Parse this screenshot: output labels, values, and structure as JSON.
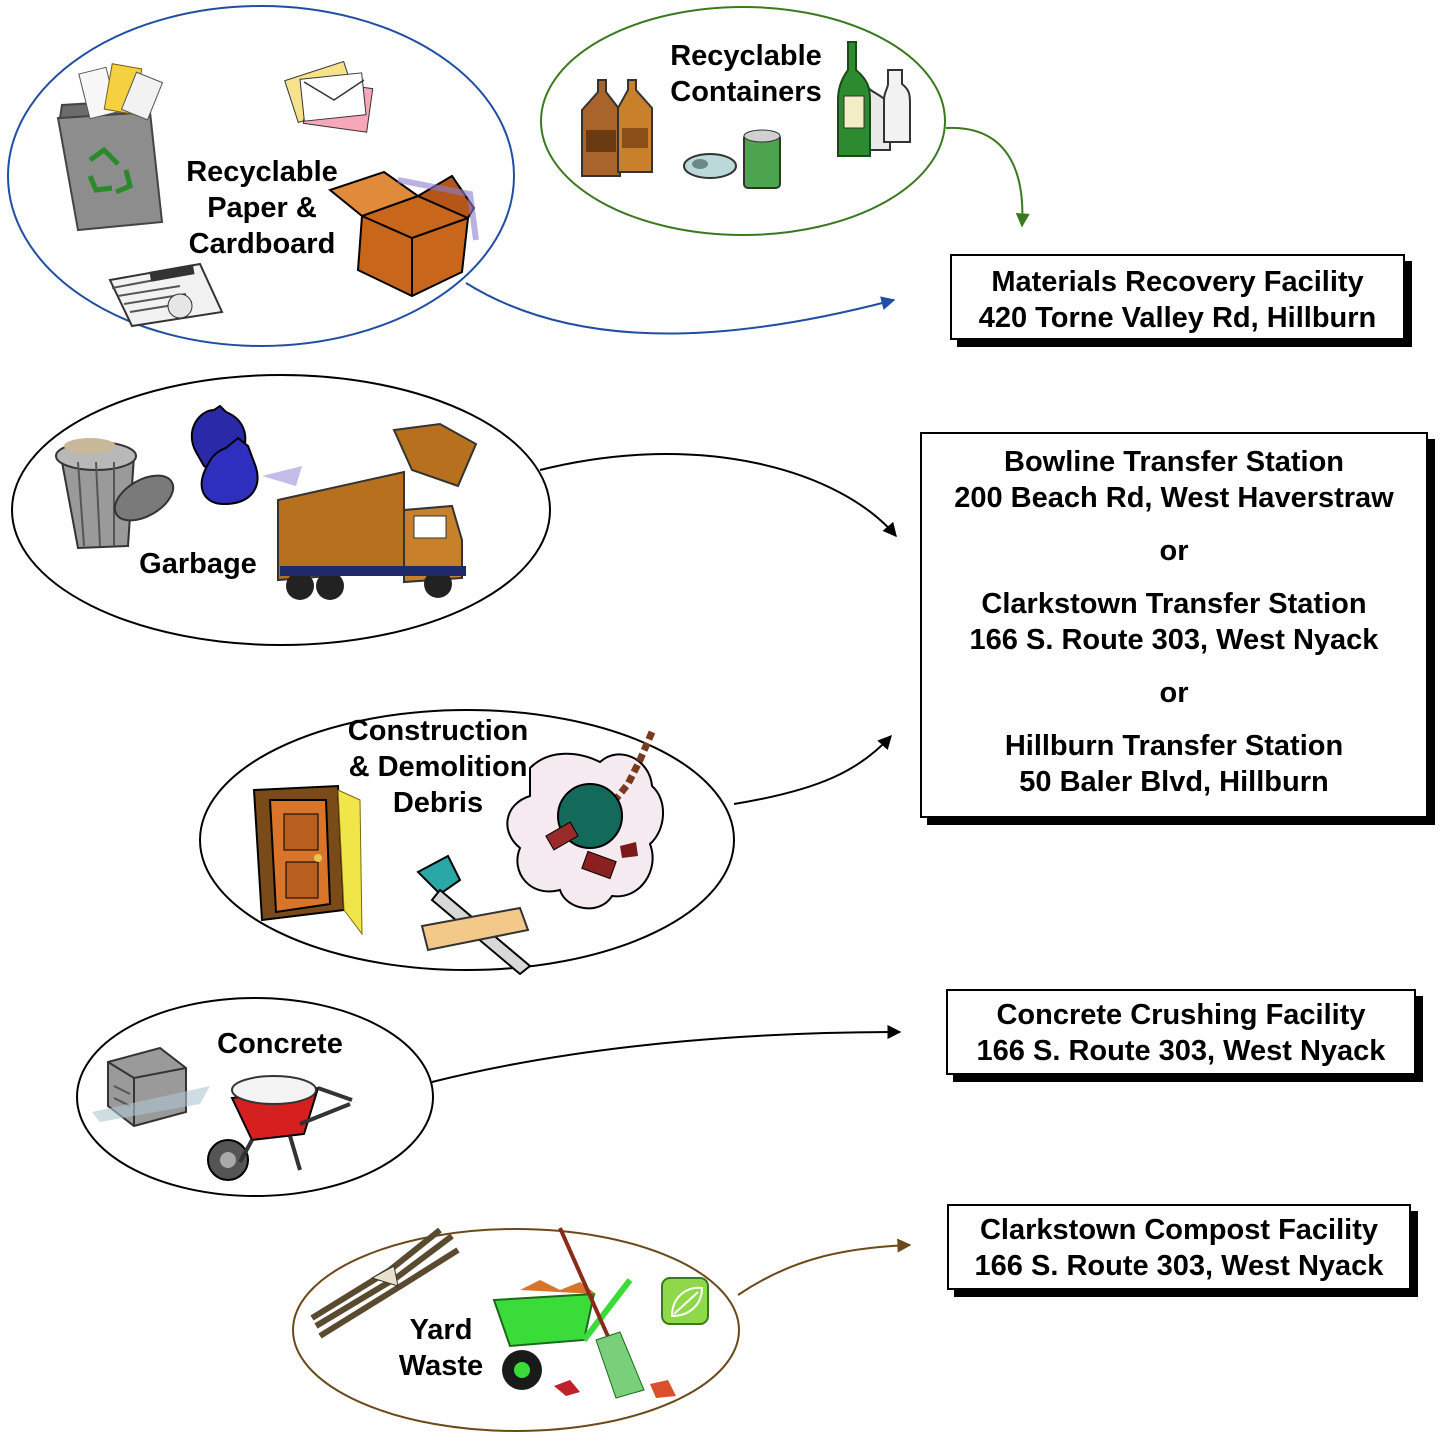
{
  "sources": {
    "paper": {
      "lines": [
        "Recyclable",
        "Paper &",
        "Cardboard"
      ],
      "outline_color": "#1f4ea3"
    },
    "containers": {
      "lines": [
        "Recyclable",
        "Containers"
      ],
      "outline_color": "#3a7a1e"
    },
    "garbage": {
      "lines": [
        "Garbage"
      ],
      "outline_color": "#000000"
    },
    "construction": {
      "lines": [
        "Construction",
        "& Demolition",
        "Debris"
      ],
      "outline_color": "#000000"
    },
    "concrete": {
      "lines": [
        "Concrete"
      ],
      "outline_color": "#000000"
    },
    "yard": {
      "lines": [
        "Yard",
        "Waste"
      ],
      "outline_color": "#6b4a1a"
    }
  },
  "facilities": {
    "mrf": {
      "name": "Materials Recovery Facility",
      "address": "420 Torne Valley Rd, Hillburn"
    },
    "transfer": {
      "stations": [
        {
          "name": "Bowline Transfer Station",
          "address": "200 Beach Rd, West Haverstraw"
        },
        {
          "name": "Clarkstown Transfer Station",
          "address": "166 S. Route 303, West Nyack"
        },
        {
          "name": "Hillburn Transfer Station",
          "address": "50 Baler Blvd, Hillburn"
        }
      ],
      "separator": "or"
    },
    "concrete": {
      "name": "Concrete Crushing Facility",
      "address": "166 S. Route 303, West Nyack"
    },
    "compost": {
      "name": "Clarkstown Compost Facility",
      "address": "166 S. Route 303, West Nyack"
    }
  },
  "icons": {
    "paper": [
      "recycle-bin-icon",
      "envelopes-icon",
      "cardboard-box-icon",
      "newspaper-icon"
    ],
    "containers": [
      "plastic-bottles-icon",
      "glass-bottles-icon",
      "cans-icon"
    ],
    "garbage": [
      "trash-can-icon",
      "garbage-bags-icon",
      "garbage-truck-icon"
    ],
    "construction": [
      "door-icon",
      "saw-icon",
      "wrecking-ball-icon"
    ],
    "concrete": [
      "cinder-block-icon",
      "wheelbarrow-icon"
    ],
    "yard": [
      "branches-icon",
      "leaf-wheelbarrow-icon",
      "rake-icon",
      "leaf-badge-icon"
    ]
  }
}
